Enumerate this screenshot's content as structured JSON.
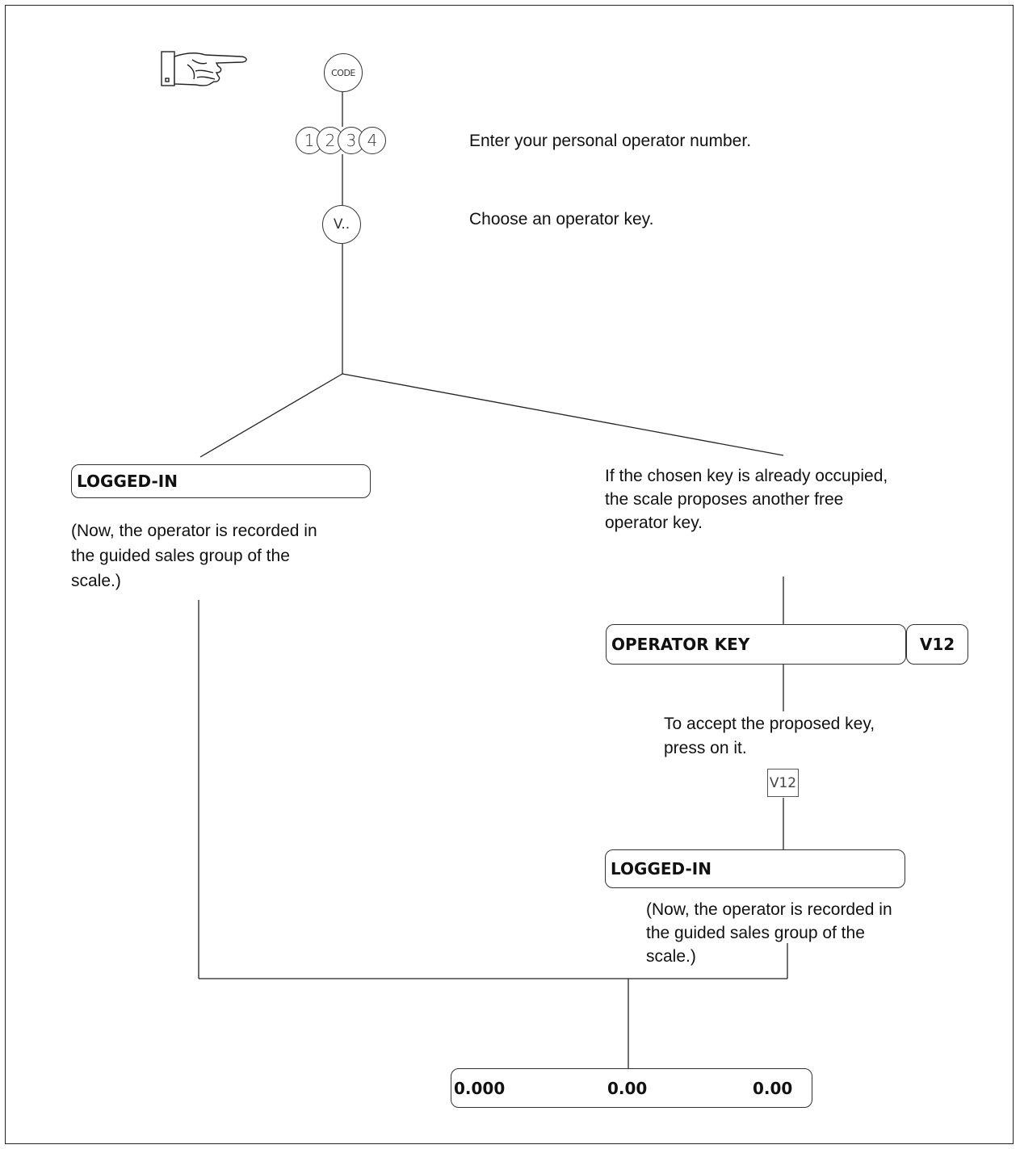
{
  "keys": {
    "code": "CODE",
    "digits": [
      "1",
      "2",
      "3",
      "4"
    ],
    "operator": "V..",
    "proposed": "V12"
  },
  "instructions": {
    "enter_number": "Enter your personal operator number.",
    "choose_key": "Choose an operator key.",
    "occupied": [
      "If the chosen key is already occupied,",
      "the scale proposes another free",
      "operator key."
    ],
    "accept": [
      "To accept the proposed key,",
      "press on it."
    ]
  },
  "left_branch": {
    "display": "LOGGED-IN",
    "note": [
      "(Now, the operator is recorded in",
      "the guided sales group of the",
      "scale.)"
    ]
  },
  "right_branch": {
    "operator_display": "OPERATOR KEY",
    "operator_value": "V12",
    "display": "LOGGED-IN",
    "note": [
      "(Now, the operator is recorded in",
      "the guided sales group of the",
      "scale.)"
    ]
  },
  "final_display": {
    "weight": "0.000",
    "unit_price": "0.00",
    "total": "0.00"
  }
}
